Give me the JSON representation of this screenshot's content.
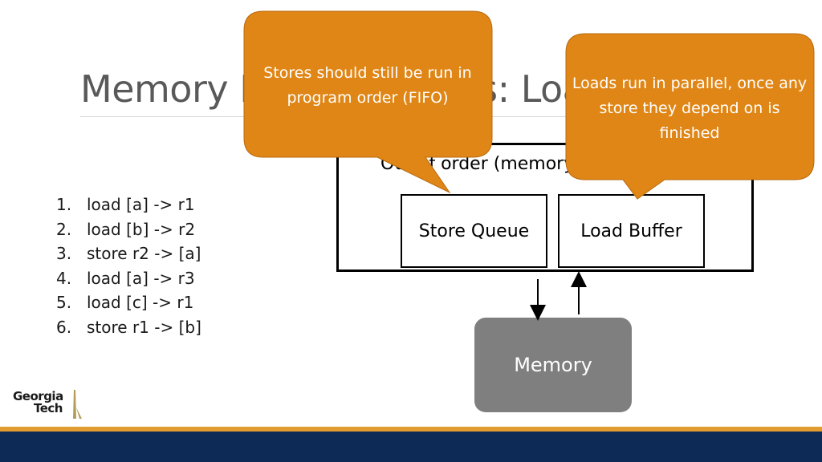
{
  "slide": {
    "title": "Memory Dependencies: Loads"
  },
  "instructions": [
    {
      "num": "1.",
      "text": "load [a] -> r1"
    },
    {
      "num": "2.",
      "text": "load [b] -> r2"
    },
    {
      "num": "3.",
      "text": "store r2 -> [a]"
    },
    {
      "num": "4.",
      "text": "load [a] -> r3"
    },
    {
      "num": "5.",
      "text": "load [c] -> r1"
    },
    {
      "num": "6.",
      "text": "store r1 -> [b]"
    }
  ],
  "diagram": {
    "outer_label": "Out of order (memory)",
    "store_queue": "Store Queue",
    "load_buffer": "Load Buffer",
    "memory": "Memory"
  },
  "callouts": {
    "stores": "Stores should still be run in program order (FIFO)",
    "loads": "Loads run in parallel, once any store they depend on is finished"
  },
  "logo": {
    "line1": "Georgia",
    "line2": "Tech"
  },
  "colors": {
    "callout": "#e08616",
    "callout_border": "#b8690f",
    "memory": "#7f7f7f",
    "footer_orange": "#e29b2f",
    "footer_navy": "#0d2a57"
  }
}
